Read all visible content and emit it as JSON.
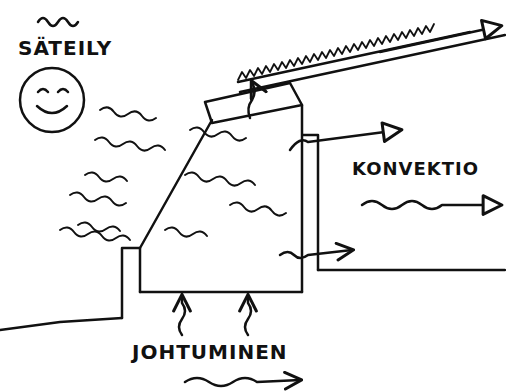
{
  "diagram": {
    "labels": [
      "SÄTEILY",
      "KONVEKTIO",
      "JOHTUMINEN"
    ]
  }
}
